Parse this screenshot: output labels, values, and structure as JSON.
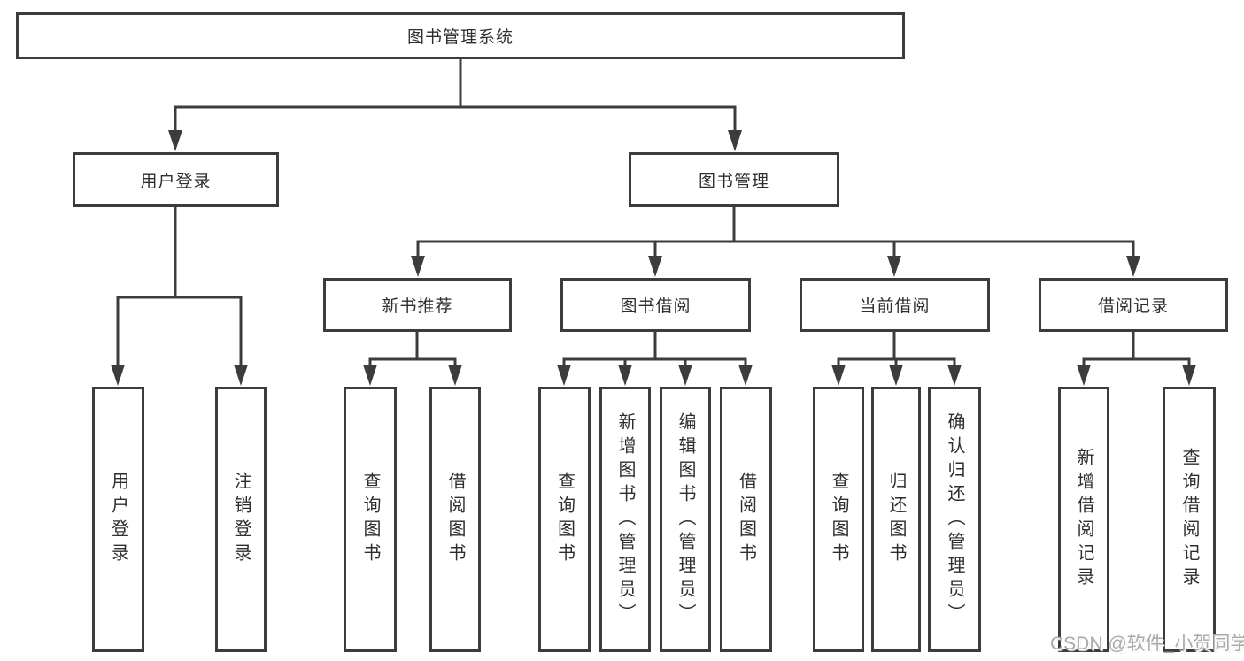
{
  "diagram": {
    "nodes": {
      "root": "图书管理系统",
      "user_login": "用户登录",
      "book_management": "图书管理",
      "new_book_recommend": "新书推荐",
      "book_borrowing": "图书借阅",
      "current_borrowing": "当前借阅",
      "borrowing_records": "借阅记录",
      "leaf_user_login": "用户登录",
      "leaf_logout": "注销登录",
      "leaf_nb_query_books": "查询图书",
      "leaf_nb_borrow_books": "借阅图书",
      "leaf_bb_query_books": "查询图书",
      "leaf_bb_add_books": "新增图书（管理员）",
      "leaf_bb_edit_books": "编辑图书（管理员）",
      "leaf_bb_borrow_books": "借阅图书",
      "leaf_cb_query_books": "查询图书",
      "leaf_cb_return_books": "归还图书",
      "leaf_cb_confirm_return": "确认归还（管理员）",
      "leaf_br_add_record": "新增借阅记录",
      "leaf_br_query_record": "查询借阅记录"
    },
    "watermark": "CSDN @软件_小贺同学",
    "colors": {
      "line": "#3c3c3c",
      "text": "#2e2e2e",
      "background": "#ffffff",
      "watermark": "#a9a9a9"
    }
  }
}
